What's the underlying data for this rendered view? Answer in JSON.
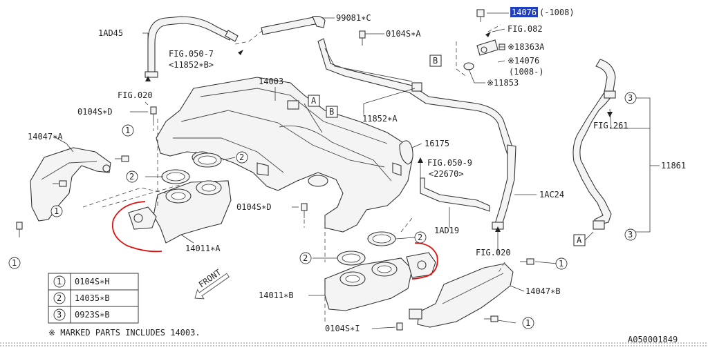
{
  "labels": {
    "p1AD45": "1AD45",
    "p99081C": "99081∗C",
    "p0104SA": "0104S∗A",
    "p14076hl": "14076",
    "p14076range": "(-1008)",
    "fig082": "FIG.082",
    "p18363A": "※18363A",
    "p14076b": "※14076",
    "p14076brange": "(1008-)",
    "p11853": "※11853",
    "fig050_7": "FIG.050-7",
    "fig050_7sub": "<11852∗B>",
    "p14003": "14003",
    "fig020a": "FIG.020",
    "p0104SD1": "0104S∗D",
    "p11852A": "11852∗A",
    "p14047A": "14047∗A",
    "p16175": "16175",
    "fig050_9": "FIG.050-9",
    "fig050_9sub": "<22670>",
    "fig261": "FIG.261",
    "p11861": "11861",
    "p1AC24": "1AC24",
    "p0104SD2": "0104S∗D",
    "p1AD19": "1AD19",
    "p14011A": "14011∗A",
    "fig020b": "FIG.020",
    "p14047B": "14047∗B",
    "p14011B": "14011∗B",
    "p0104SI": "0104S∗I",
    "front": "FRONT",
    "refA": "A",
    "refB": "B",
    "one": "1",
    "two": "2",
    "three": "3"
  },
  "legend": [
    {
      "num": "1",
      "part": "0104S∗H"
    },
    {
      "num": "2",
      "part": "14035∗B"
    },
    {
      "num": "3",
      "part": "0923S∗B"
    }
  ],
  "note": "※ MARKED PARTS INCLUDES 14003.",
  "diagram_id": "A050001849",
  "colors": {
    "highlight": "#1f3fbf",
    "markup": "#e01010"
  }
}
